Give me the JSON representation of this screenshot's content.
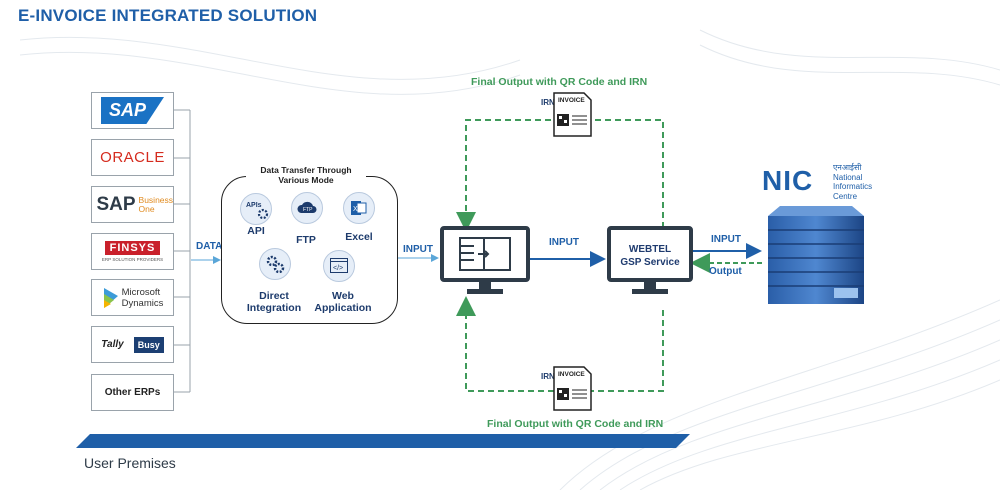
{
  "title": "E-INVOICE INTEGRATED SOLUTION",
  "erps": [
    {
      "name": "SAP"
    },
    {
      "name": "ORACLE"
    },
    {
      "name": "SAP",
      "sub": "Business One"
    },
    {
      "name": "FINSYS",
      "sub": "ERP SOLUTION PROVIDERS"
    },
    {
      "name": "Microsoft",
      "sub": "Dynamics"
    },
    {
      "name": "Tally",
      "sub": "Busy"
    },
    {
      "name": "Other ERPs"
    }
  ],
  "data_label": "DATA",
  "transfer": {
    "heading_line1": "Data Transfer Through",
    "heading_line2": "Various Mode",
    "modes": [
      {
        "label": "API",
        "icon": "api-gear-icon"
      },
      {
        "label": "FTP",
        "icon": "cloud-ftp-icon"
      },
      {
        "label": "Excel",
        "icon": "excel-icon"
      },
      {
        "label_line1": "Direct",
        "label_line2": "Integration",
        "icon": "gears-icon"
      },
      {
        "label_line1": "Web",
        "label_line2": "Application",
        "icon": "web-code-icon"
      }
    ]
  },
  "input_1": "INPUT",
  "input_2": "INPUT",
  "input_3": "INPUT",
  "output_label": "Output",
  "gsp": {
    "line1": "WEBTEL",
    "line2": "GSP Service"
  },
  "final_output_top": "Final Output with QR Code and IRN",
  "final_output_bottom": "Final Output with QR Code and IRN",
  "doc_irn": "IRN",
  "doc_invoice": "INVOICE",
  "nic": {
    "abbr": "NIC",
    "hindi": "एनआईसी",
    "line1": "National",
    "line2": "Informatics",
    "line3": "Centre"
  },
  "user_premises": "User Premises",
  "colors": {
    "accent": "#1f5fa8",
    "green": "#3f9a5a",
    "dark": "#2e3b48"
  }
}
